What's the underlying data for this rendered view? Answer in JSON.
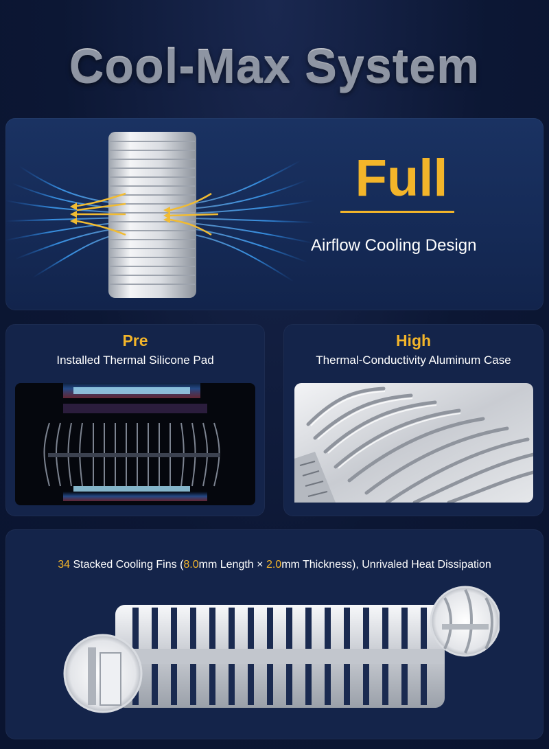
{
  "header": {
    "title": "Cool-Max System"
  },
  "airflow_panel": {
    "highlight": "Full",
    "caption": "Airflow Cooling Design"
  },
  "pad_panel": {
    "highlight": "Pre",
    "caption": "Installed Thermal Silicone Pad"
  },
  "case_panel": {
    "highlight": "High",
    "caption": "Thermal-Conductivity Aluminum Case"
  },
  "fins_panel": {
    "fin_count": "34",
    "text_a": " Stacked Cooling Fins (",
    "length": "8.0",
    "text_b": "mm Length × ",
    "thickness": "2.0",
    "text_c": "mm Thickness), Unrivaled Heat Dissipation"
  },
  "colors": {
    "accent": "#f3b52a",
    "background": "#0c1734",
    "panel": "#14244a"
  }
}
